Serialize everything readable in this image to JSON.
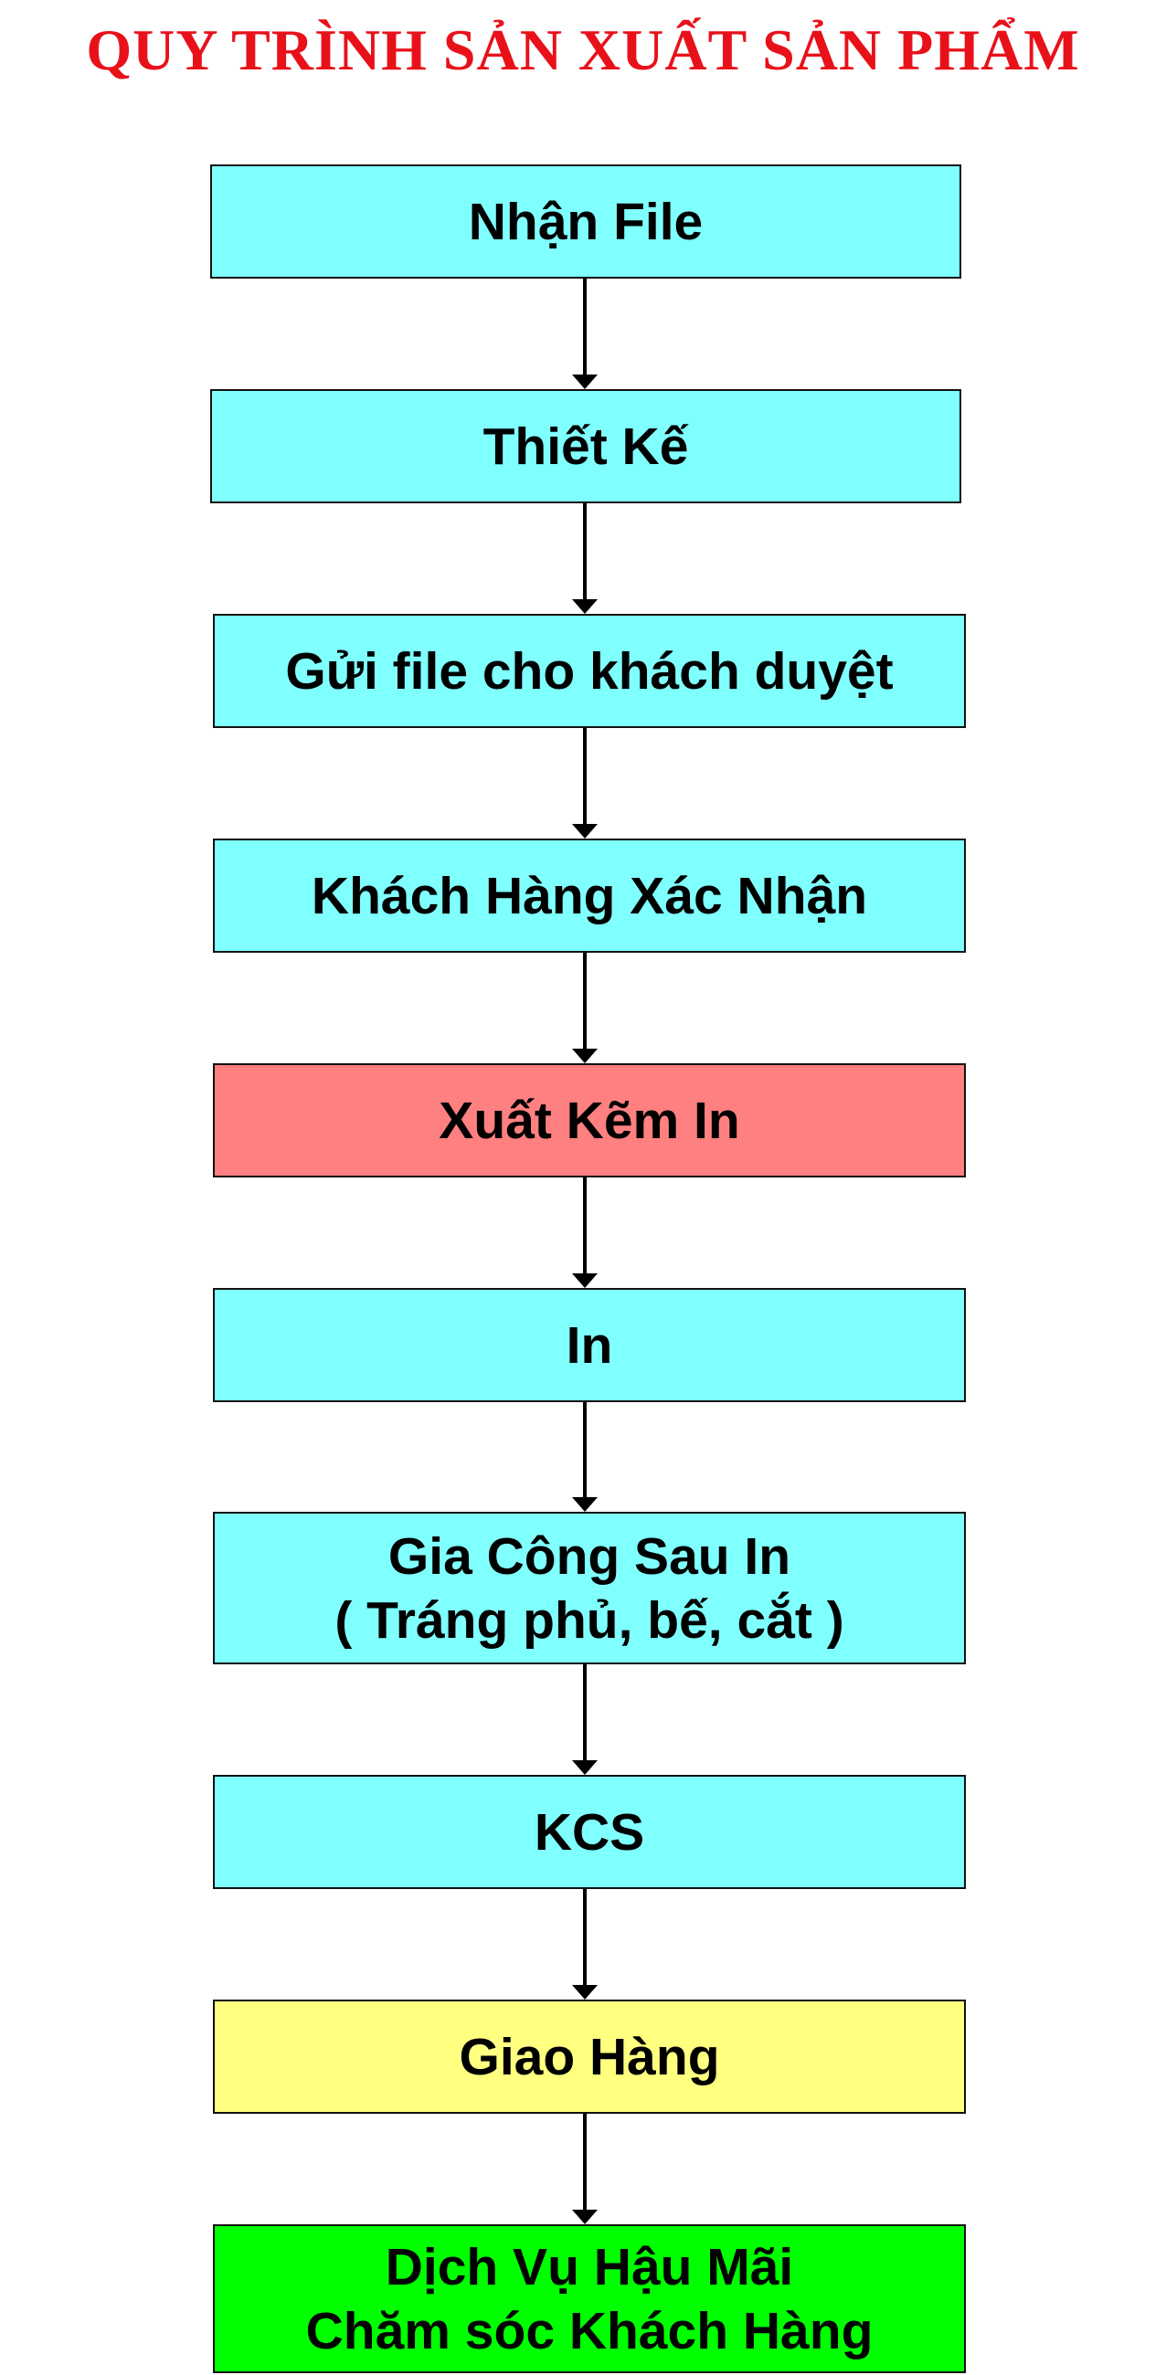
{
  "title": {
    "text": "QUY TRÌNH SẢN XUẤT SẢN PHẨM",
    "color": "#e8111a"
  },
  "colors": {
    "cyan": "#80ffff",
    "red": "#ff8080",
    "yellow": "#ffff80",
    "green": "#00ff00",
    "border": "#111111",
    "arrow": "#000000"
  },
  "steps": [
    {
      "lines": [
        "Nhận File"
      ],
      "color": "#80ffff"
    },
    {
      "lines": [
        "Thiết Kế"
      ],
      "color": "#80ffff"
    },
    {
      "lines": [
        "Gửi file cho khách duyệt"
      ],
      "color": "#80ffff"
    },
    {
      "lines": [
        "Khách Hàng Xác Nhận"
      ],
      "color": "#80ffff"
    },
    {
      "lines": [
        "Xuất Kẽm In"
      ],
      "color": "#ff8080"
    },
    {
      "lines": [
        "In"
      ],
      "color": "#80ffff"
    },
    {
      "lines": [
        "Gia Công Sau In",
        "( Tráng phủ, bế, cắt )"
      ],
      "color": "#80ffff"
    },
    {
      "lines": [
        "KCS"
      ],
      "color": "#80ffff"
    },
    {
      "lines": [
        "Giao Hàng"
      ],
      "color": "#ffff80"
    },
    {
      "lines": [
        "Dịch Vụ Hậu Mãi",
        "Chăm sóc Khách Hàng"
      ],
      "color": "#00ff00"
    }
  ]
}
